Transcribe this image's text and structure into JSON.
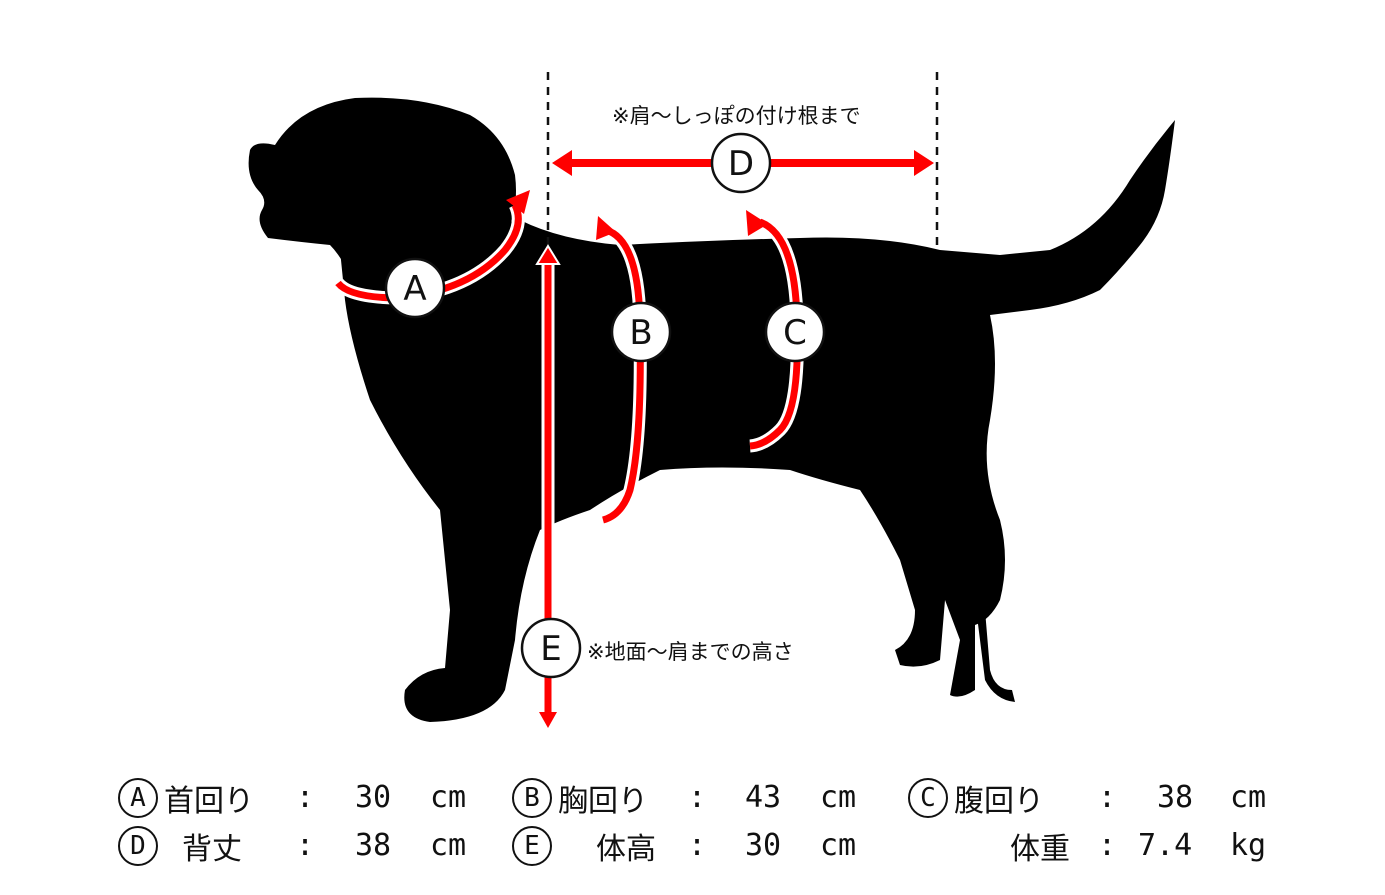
{
  "notes": {
    "shoulder_to_tail": "※肩～しっぽの付け根まで",
    "ground_to_shoulder": "※地面～肩までの高さ"
  },
  "badges": {
    "a": "A",
    "b": "B",
    "c": "C",
    "d": "D",
    "e": "E"
  },
  "measurements": [
    {
      "key": "A",
      "label": "首回り",
      "sep": ":",
      "value": "30",
      "unit": "cm"
    },
    {
      "key": "B",
      "label": "胸回り",
      "sep": ":",
      "value": "43",
      "unit": "cm"
    },
    {
      "key": "C",
      "label": "腹回り",
      "sep": ":",
      "value": "38",
      "unit": "cm"
    },
    {
      "key": "D",
      "label": "背丈",
      "sep": ":",
      "value": "38",
      "unit": "cm"
    },
    {
      "key": "E",
      "label": "体高",
      "sep": ":",
      "value": "30",
      "unit": "cm"
    },
    {
      "key": "",
      "label": "体重",
      "sep": ":",
      "value": "7.4",
      "unit": "kg"
    }
  ],
  "colors": {
    "silhouette": "#000000",
    "arrow": "#ff0000",
    "outline": "#ffffff"
  }
}
